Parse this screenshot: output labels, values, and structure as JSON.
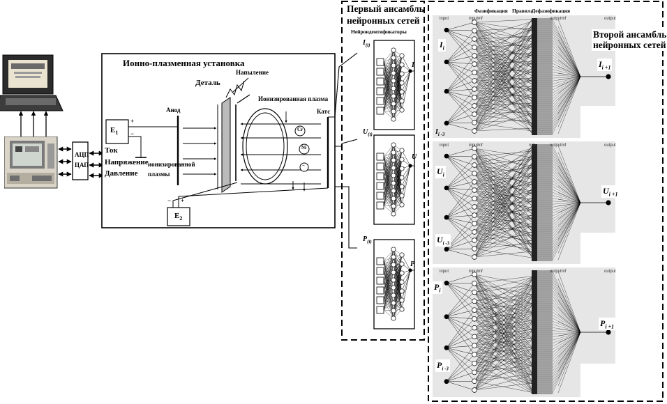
{
  "installation": {
    "title": "Ионно-плазменная установка",
    "deposition": "Напыление",
    "part": "Деталь",
    "anode": "Анод",
    "ionized_plasma": "Ионизированная плазма",
    "cathode": "Катс",
    "ionized_plasma_lower_1": "ионизированной",
    "ionized_plasma_lower_2": "плазмы",
    "e1": "E",
    "e1_sub": "1",
    "e2": "E",
    "e2_sub": "2",
    "plus": "+",
    "minus": "−",
    "plus2": "+",
    "minus2": "−",
    "particles": [
      "Cr",
      "Ni",
      "−"
    ]
  },
  "adc": {
    "label1": "АЦП",
    "label2": "ЦАП",
    "current": "Ток",
    "voltage": "Напряжение",
    "pressure": "Давление"
  },
  "first_ensemble": {
    "title_1": "Первый ансамбль",
    "title_2": "нейронных сетей",
    "subtitle": "Нейроидентификаторы",
    "nets": [
      {
        "input": "I",
        "input_sub": "(t)",
        "output": "I"
      },
      {
        "input": "U",
        "input_sub": "(t)",
        "output": "U"
      },
      {
        "input": "P",
        "input_sub": "(t)",
        "output": "P"
      }
    ]
  },
  "second_ensemble": {
    "title_1": "Второй ансамбль",
    "title_2": "нейронных сетей",
    "header_fuzz": "Фазификация",
    "header_rules": "Правила",
    "header_defuzz": "Дефазификация",
    "panels": [
      {
        "top": "I",
        "top_sub": "i",
        "bottom": "I",
        "bottom_sub": "i -3",
        "out": "I",
        "out_sub": "i +1"
      },
      {
        "top": "U",
        "top_sub": "i",
        "bottom": "U",
        "bottom_sub": "i -3",
        "out": "U",
        "out_sub": "i +1"
      },
      {
        "top": "P",
        "top_sub": "i",
        "bottom": "P",
        "bottom_sub": "i -3",
        "out": "P",
        "out_sub": "i +1"
      }
    ],
    "col_labels": [
      "input",
      "inputmf",
      "rule",
      "outputmf",
      "output"
    ]
  },
  "colors": {
    "panel_bg": "#e6e6e6",
    "rules_band": "#9a9a9a",
    "rules_dark": "#222222",
    "line": "#000000"
  }
}
